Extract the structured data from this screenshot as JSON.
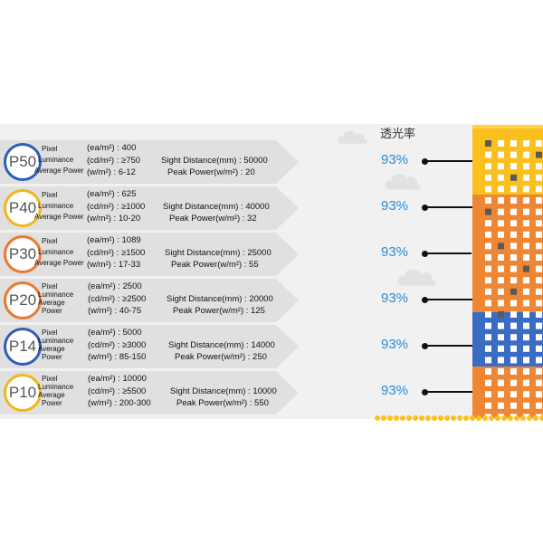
{
  "transmittance_header": "透光率",
  "colors": {
    "band": "#f1f1f1",
    "arrow": "#e0e0e0",
    "percent_text": "#2a8bd8",
    "badge_rings": [
      "#2f5fb3",
      "#f0b71c",
      "#e8792f",
      "#e8792f",
      "#2f5fb3",
      "#f0b71c"
    ],
    "building": {
      "yellow": "#fcc01e",
      "orange": "#ee8633",
      "blue": "#3b6cc4",
      "window": "#ffffff",
      "dark_window": "#595959"
    }
  },
  "icons": [
    "cloud-icon",
    "cloud-icon",
    "cloud-icon",
    "building-icon"
  ],
  "products": [
    {
      "model": "P50",
      "labels": [
        "Pixel",
        "Luminance",
        "Average Power"
      ],
      "pixel": "(ea/m²)  :  400",
      "luminance": "(cd/m²)  :  ≥750",
      "average_power": "(w/m²)  :  6-12",
      "sight_distance": "Sight Distance(mm)  :  50000",
      "peak_power": "Peak Power(w/m²)  :  20",
      "transmittance": "93%"
    },
    {
      "model": "P40",
      "labels": [
        "Pixel",
        "Luminance",
        "Average Power"
      ],
      "pixel": "(ea/m²)  :  625",
      "luminance": "(cd/m²)  :  ≥1000",
      "average_power": "(w/m²)  :  10-20",
      "sight_distance": "Sight Distance(mm)  :  40000",
      "peak_power": "Peak Power(w/m²)  :  32",
      "transmittance": "93%"
    },
    {
      "model": "P30",
      "labels": [
        "Pixel",
        "Luminance",
        "Average Power"
      ],
      "pixel": "(ea/m²)  :  1089",
      "luminance": "(cd/m²)  :  ≥1500",
      "average_power": "(w/m²)  :  17-33",
      "sight_distance": "Sight Distance(mm)  :  25000",
      "peak_power": "Peak Power(w/m²)  :  55",
      "transmittance": "93%"
    },
    {
      "model": "P20",
      "labels": [
        "Pixel",
        "Luminance",
        "Average",
        "Power"
      ],
      "pixel": "(ea/m²)  :  2500",
      "luminance": "(cd/m²)  :  ≥2500",
      "average_power": "(w/m²)  :  40-75",
      "sight_distance": "Sight Distance(mm)  :  20000",
      "peak_power": "Peak Power(w/m²)  :  125",
      "transmittance": "93%"
    },
    {
      "model": "P14",
      "labels": [
        "Pixel",
        "Luminance",
        "Average",
        "Power"
      ],
      "pixel": "(ea/m²)  :  5000",
      "luminance": "(cd/m²)  :  ≥3000",
      "average_power": "(w/m²)  :  85-150",
      "sight_distance": "Sight Distance(mm)  :  14000",
      "peak_power": "Peak Power(w/m²)  :  250",
      "transmittance": "93%"
    },
    {
      "model": "P10",
      "labels": [
        "Pixel",
        "Luminance",
        "Average",
        "Power"
      ],
      "pixel": "(ea/m²)  :  10000",
      "luminance": "(cd/m²)  :  ≥5500",
      "average_power": "(w/m²)  :  200-300",
      "sight_distance": "Sight Distance(mm)  :  10000",
      "peak_power": "Peak Power(w/m²)  :  550",
      "transmittance": "93%"
    }
  ]
}
